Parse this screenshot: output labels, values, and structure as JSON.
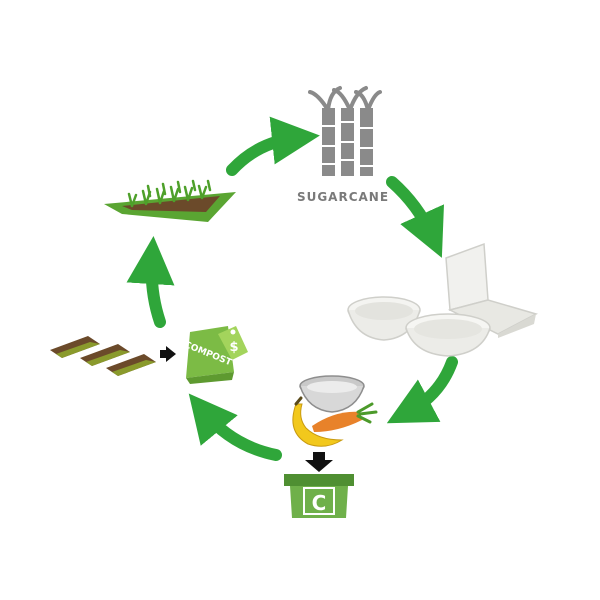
{
  "diagram": {
    "sugarcane_label": "SUGARCANE",
    "compost_label": "COMPOST",
    "compost_symbol": "$",
    "bin_letter": "C"
  },
  "colors": {
    "arrow_green": "#2fa63a",
    "bin_green": "#6fb04a",
    "bin_dark": "#4f8f32",
    "bag_green": "#7cbb45",
    "field_green": "#5aa532",
    "soil_brown": "#6b4a2a",
    "sugarcane_gray": "#8a8a8a"
  },
  "icons": [
    "cycle-arrow",
    "sugarcane-icon",
    "tableware-icon",
    "food-waste-icon",
    "compost-bin-icon",
    "compost-bag-icon",
    "soil-icon",
    "field-icon"
  ]
}
